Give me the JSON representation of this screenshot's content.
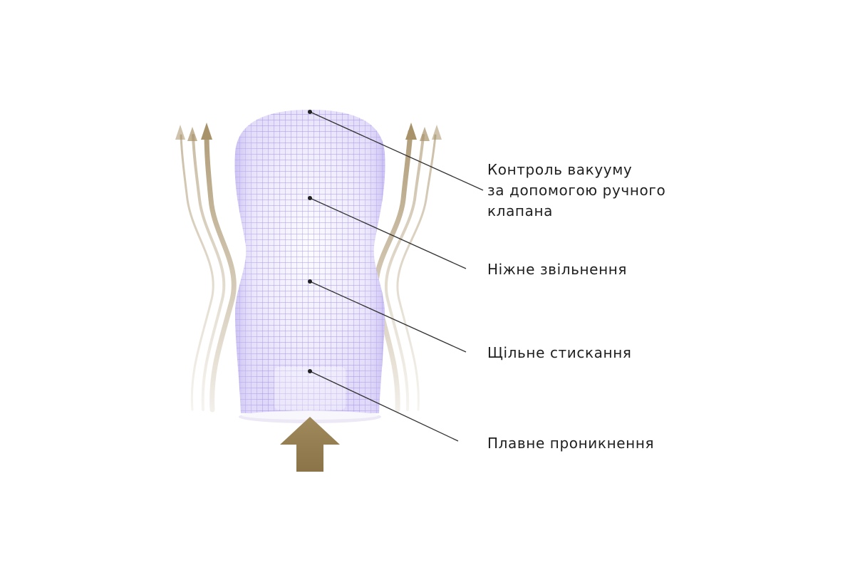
{
  "diagram": {
    "labels": {
      "vacuum": {
        "line1": "Контроль вакууму",
        "line2": "за допомогою ручного",
        "line3": "клапана"
      },
      "release": "Ніжне звільнення",
      "compress": "Щільне стискання",
      "penetrate": "Плавне проникнення"
    },
    "colors": {
      "mesh": "#8a78e6",
      "body_fill": "#e9e4fb",
      "arrow": "#a8926a",
      "leader_line": "#333333",
      "text": "#1f1f1f"
    }
  }
}
